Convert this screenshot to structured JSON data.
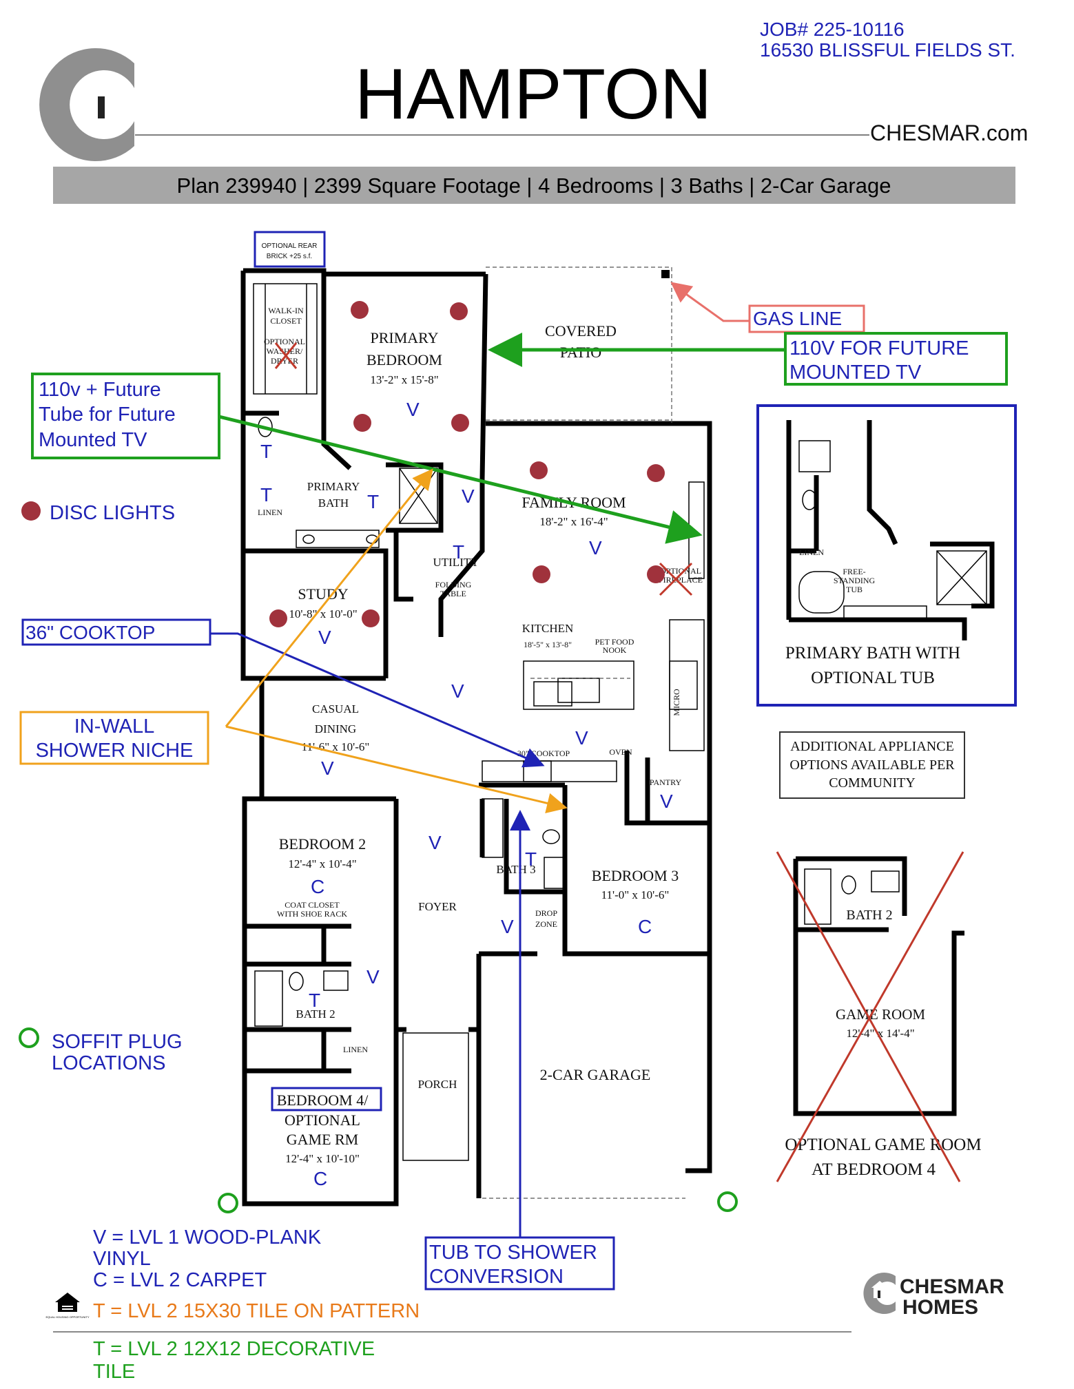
{
  "header": {
    "title": "HAMPTON",
    "job_line": "JOB# 225-10116",
    "address_line": "16530 BLISSFUL FIELDS ST.",
    "website": "CHESMAR.com",
    "plan_bar": "Plan 239940 | 2399 Square Footage | 4 Bedrooms | 3 Baths | 2-Car Garage"
  },
  "rooms": {
    "primary_bedroom": {
      "name_1": "PRIMARY",
      "name_2": "BEDROOM",
      "dims": "13'-2\" x 15'-8\""
    },
    "covered_patio": {
      "name_1": "COVERED",
      "name_2": "PATIO"
    },
    "walk_in_closet": {
      "name_1": "WALK-IN",
      "name_2": "CLOSET",
      "note_1": "OPTIONAL",
      "note_2": "WASHER/",
      "note_3": "DRYER"
    },
    "primary_bath": {
      "name_1": "PRIMARY",
      "name_2": "BATH"
    },
    "linen_primary": "LINEN",
    "utility": {
      "name": "UTILITY",
      "note_1": "FOLDING",
      "note_2": "TABLE"
    },
    "family_room": {
      "name": "FAMILY ROOM",
      "dims": "18'-2\" x 16'-4\"",
      "fireplace_1": "OPTIONAL",
      "fireplace_2": "FIREPLACE"
    },
    "study": {
      "name": "STUDY",
      "dims": "10'-8\" x 10'-0\""
    },
    "kitchen": {
      "name": "KITCHEN",
      "dims": "18'-5\" x 13'-8\"",
      "nook_1": "PET FOOD",
      "nook_2": "NOOK",
      "micro": "MICRO",
      "cooktop": "30\" COOKTOP",
      "oven": "OVEN"
    },
    "casual_dining": {
      "name_1": "CASUAL",
      "name_2": "DINING",
      "dims": "11'-6\" x 10'-6\""
    },
    "pantry": "PANTRY",
    "bedroom_2": {
      "name": "BEDROOM 2",
      "dims": "12'-4\" x 10'-4\"",
      "closet_1": "COAT CLOSET",
      "closet_2": "WITH SHOE RACK"
    },
    "foyer": "FOYER",
    "bath_3": "BATH 3",
    "bedroom_3": {
      "name": "BEDROOM 3",
      "dims": "11'-0\" x 10'-6\""
    },
    "drop_zone": {
      "name_1": "DROP",
      "name_2": "ZONE"
    },
    "bath_2": "BATH 2",
    "linen_2": "LINEN",
    "porch": "PORCH",
    "garage": "2-CAR GARAGE",
    "bedroom_4": {
      "name_1": "BEDROOM 4/",
      "name_2": "OPTIONAL",
      "name_3": "GAME RM",
      "dims": "12'-4\" x 10'-10\""
    }
  },
  "inset_bath": {
    "caption_1": "PRIMARY BATH WITH",
    "caption_2": "OPTIONAL  TUB",
    "linen": "LINEN",
    "tub_1": "FREE-",
    "tub_2": "STANDING",
    "tub_3": "TUB"
  },
  "appliance_note": {
    "line_1": "ADDITIONAL APPLIANCE",
    "line_2": "OPTIONS AVAILABLE PER",
    "line_3": "COMMUNITY"
  },
  "inset_game": {
    "bath": "BATH 2",
    "room": "GAME ROOM",
    "dims": "12'-4\" x 14'-4\"",
    "caption_1": "OPTIONAL GAME ROOM",
    "caption_2": "AT BEDROOM 4"
  },
  "callouts": {
    "optional_brick_1": "OPTIONAL  REAR",
    "optional_brick_2": "BRICK  +25  s.f.",
    "gas_line": "GAS LINE",
    "tv_patio_1": "110V FOR FUTURE",
    "tv_patio_2": "MOUNTED TV",
    "tv_family_1": "110v + Future",
    "tv_family_2": "Tube for Future",
    "tv_family_3": "Mounted TV",
    "disc_lights": "DISC LIGHTS",
    "cooktop": "36\" COOKTOP",
    "niche_1": "IN-WALL",
    "niche_2": "SHOWER NICHE",
    "soffit_1": "SOFFIT  PLUG",
    "soffit_2": "LOCATIONS",
    "tub_shower_1": "TUB TO SHOWER",
    "tub_shower_2": "CONVERSION"
  },
  "flooring_marks": {
    "vinyl": "V",
    "carpet": "C",
    "tile": "T"
  },
  "legend": {
    "v_1": "V = LVL 1 WOOD-PLANK",
    "v_2": "VINYL",
    "c": "C = LVL 2 CARPET",
    "t_orange": "T = LVL 2 15X30 TILE ON PATTERN",
    "t_green_1": "T = LVL 2 12X12 DECORATIVE",
    "t_green_2": "TILE"
  },
  "brand": {
    "line_1": "CHESMAR",
    "line_2": "HOMES",
    "ehl": "EQUAL HOUSING OPPORTUNITY"
  },
  "colors": {
    "disc_light": "#a0323c",
    "blue_text": "#1f23b5",
    "green": "#1ea01e",
    "orange": "#f0a21c",
    "red_x": "#c0392b",
    "salmon": "#e8706a",
    "tile_orange": "#e87a1a",
    "bar_gray": "#a6a6a6"
  }
}
